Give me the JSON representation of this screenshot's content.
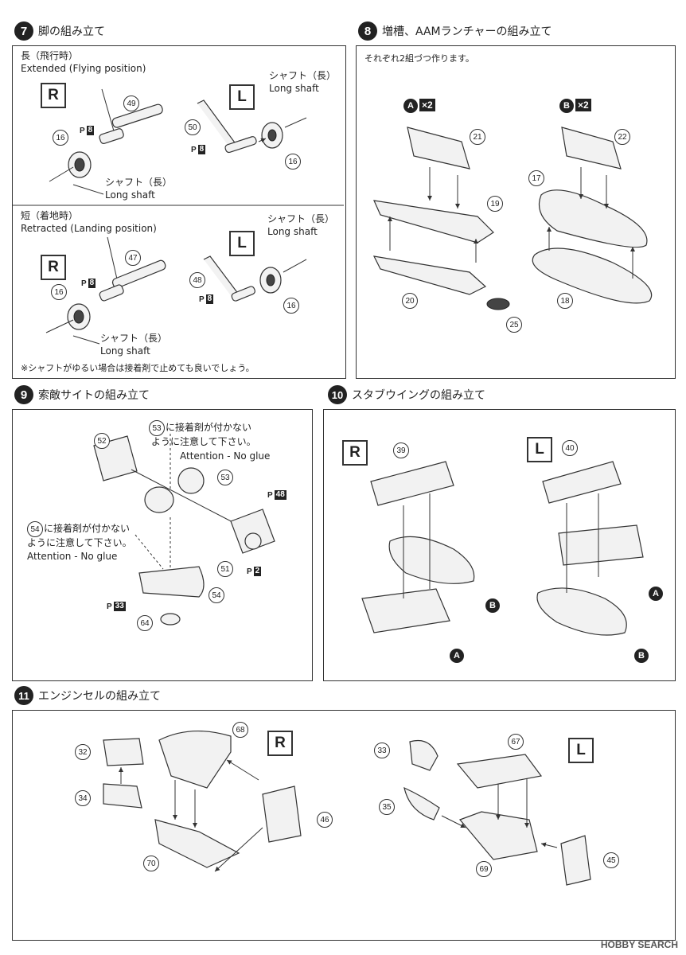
{
  "step7": {
    "num": "7",
    "title": "脚の組み立て",
    "extended": {
      "jp": "長（飛行時）",
      "en": "Extended (Flying position)"
    },
    "retracted": {
      "jp": "短（着地時）",
      "en": "Retracted (Landing position)"
    },
    "shaft_jp": "シャフト（長）",
    "shaft_en": "Long shaft",
    "note": "※シャフトがゆるい場合は接着剤で止めても良いでしょう。",
    "R": "R",
    "L": "L",
    "parts": {
      "p49": "49",
      "p16": "16",
      "p50": "50",
      "p47": "47",
      "p48": "48"
    },
    "pref": {
      "P": "P",
      "v8": "8"
    }
  },
  "step8": {
    "num": "8",
    "title": "増槽、AAMランチャーの組み立て",
    "note": "それぞれ2組づつ作ります。",
    "markerA": "A",
    "markerB": "B",
    "x2": "×2",
    "parts": {
      "p21": "21",
      "p19": "19",
      "p20": "20",
      "p25": "25",
      "p22": "22",
      "p17": "17",
      "p18": "18"
    }
  },
  "step9": {
    "num": "9",
    "title": "索敵サイトの組み立て",
    "note53": {
      "num": "53",
      "jp1": "に接着剤が付かない",
      "jp2": "ように注意して下さい。",
      "en": "Attention - No glue"
    },
    "note54": {
      "num": "54",
      "jp1": "に接着剤が付かない",
      "jp2": "ように注意して下さい。",
      "en": "Attention - No glue"
    },
    "parts": {
      "p52": "52",
      "p53": "53",
      "p51": "51",
      "p54": "54",
      "p64": "64"
    },
    "pref": {
      "P": "P",
      "v48": "48",
      "v2": "2",
      "v33": "33"
    }
  },
  "step10": {
    "num": "10",
    "title": "スタブウイングの組み立て",
    "R": "R",
    "L": "L",
    "parts": {
      "p39": "39",
      "p40": "40"
    },
    "markerA": "A",
    "markerB": "B"
  },
  "step11": {
    "num": "11",
    "title": "エンジンセルの組み立て",
    "R": "R",
    "L": "L",
    "parts": {
      "p32": "32",
      "p34": "34",
      "p68": "68",
      "p70": "70",
      "p46": "46",
      "p33": "33",
      "p35": "35",
      "p67": "67",
      "p69": "69",
      "p45": "45"
    }
  },
  "watermark": "HOBBY SEARCH"
}
